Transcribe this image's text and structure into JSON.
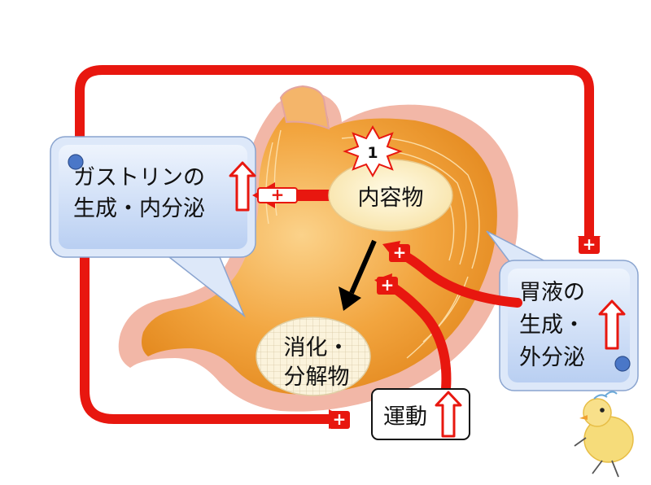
{
  "gastrin_box": {
    "line1": "ガストリンの",
    "line2": "生成・内分泌"
  },
  "gastric_juice_box": {
    "line1": "胃液の",
    "line2": "生成・",
    "line3": "外分泌"
  },
  "contents_label": "内容物",
  "badge_number": "1",
  "digestion_label": {
    "line1": "消化・",
    "line2": "分解物"
  },
  "motility_label": "運動",
  "colors": {
    "arrow_red": "#e8170f",
    "callout_blue": "#cfe0f8",
    "stomach_orange": "#f0a33a",
    "stomach_outer": "#f2b7a7",
    "ellipse_cream": "#fdf3cf"
  }
}
